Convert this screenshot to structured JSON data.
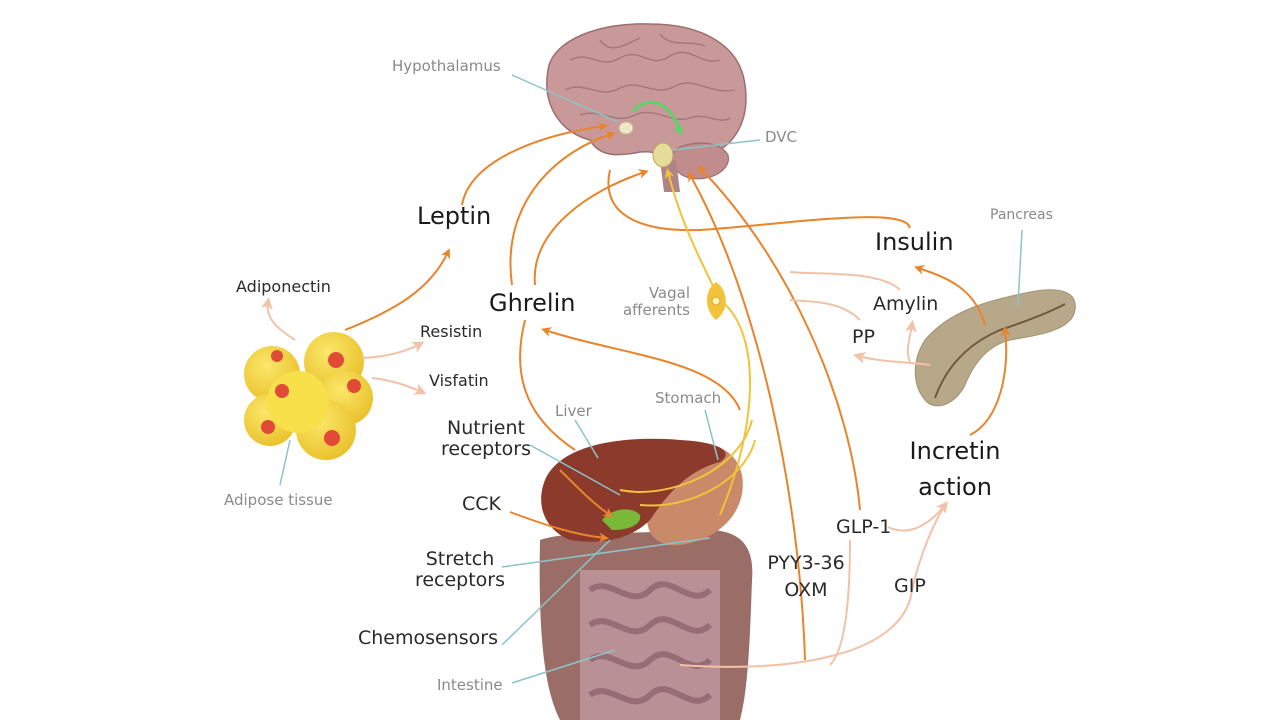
{
  "diagram": {
    "title": "Gut–brain appetite regulation pathways",
    "colors": {
      "hormone_arrow": "#e8842c",
      "minor_arrow": "#f2c2a8",
      "vagal": "#f2c23a",
      "leader_line": "#8cc4c8",
      "feedback_arrow": "#5bd46a",
      "brain": "#c9999a",
      "adipose": "#f3d23a",
      "liver": "#8b3a2c",
      "stomach": "#c98a6a",
      "intestine": "#9a6e66",
      "pancreas": "#b8a88a"
    },
    "anatomy_labels": {
      "hypothalamus": "Hypothalamus",
      "dvc": "DVC",
      "pancreas": "Pancreas",
      "adipose_tissue": "Adipose tissue",
      "liver": "Liver",
      "stomach": "Stomach",
      "intestine": "Intestine",
      "vagal_afferents": "Vagal\nafferents"
    },
    "signals": {
      "leptin": "Leptin",
      "ghrelin": "Ghrelin",
      "insulin": "Insulin",
      "amylin": "Amylin",
      "pp": "PP",
      "adiponectin": "Adiponectin",
      "resistin": "Resistin",
      "visfatin": "Visfatin",
      "nutrient_receptors": "Nutrient\nreceptors",
      "cck": "CCK",
      "stretch_receptors": "Stretch\nreceptors",
      "chemosensors": "Chemosensors",
      "pyy": "PYY3-36",
      "oxm": "OXM",
      "glp1": "GLP-1",
      "gip": "GIP",
      "incretin_line1": "Incretin",
      "incretin_line2": "action"
    }
  }
}
